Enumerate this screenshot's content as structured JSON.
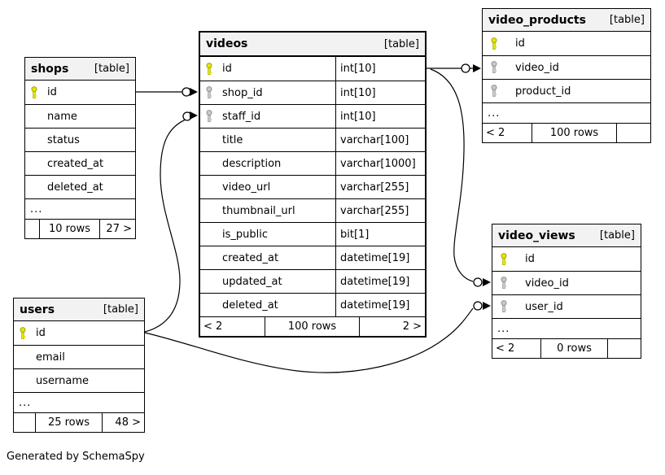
{
  "diagram": {
    "caption": "Generated by SchemaSpy"
  },
  "colors": {
    "pk_key": "#e6e600",
    "fk_key": "#c9c9c9",
    "header_bg": "#f2f2f2",
    "line": "#000000"
  },
  "tables": {
    "shops": {
      "title": "shops",
      "tag": "[table]",
      "columns": [
        {
          "name": "id",
          "key": "pk"
        },
        {
          "name": "name",
          "key": ""
        },
        {
          "name": "status",
          "key": ""
        },
        {
          "name": "created_at",
          "key": ""
        },
        {
          "name": "deleted_at",
          "key": ""
        }
      ],
      "more": "...",
      "footer": {
        "left": "",
        "center": "10 rows",
        "right": "27 >"
      }
    },
    "videos": {
      "title": "videos",
      "tag": "[table]",
      "columns": [
        {
          "name": "id",
          "type": "int[10]",
          "key": "pk"
        },
        {
          "name": "shop_id",
          "type": "int[10]",
          "key": "fk"
        },
        {
          "name": "staff_id",
          "type": "int[10]",
          "key": "fk"
        },
        {
          "name": "title",
          "type": "varchar[100]",
          "key": ""
        },
        {
          "name": "description",
          "type": "varchar[1000]",
          "key": ""
        },
        {
          "name": "video_url",
          "type": "varchar[255]",
          "key": ""
        },
        {
          "name": "thumbnail_url",
          "type": "varchar[255]",
          "key": ""
        },
        {
          "name": "is_public",
          "type": "bit[1]",
          "key": ""
        },
        {
          "name": "created_at",
          "type": "datetime[19]",
          "key": ""
        },
        {
          "name": "updated_at",
          "type": "datetime[19]",
          "key": ""
        },
        {
          "name": "deleted_at",
          "type": "datetime[19]",
          "key": ""
        }
      ],
      "footer": {
        "left": "< 2",
        "center": "100 rows",
        "right": "2 >"
      }
    },
    "video_products": {
      "title": "video_products",
      "tag": "[table]",
      "columns": [
        {
          "name": "id",
          "key": "pk"
        },
        {
          "name": "video_id",
          "key": "fk"
        },
        {
          "name": "product_id",
          "key": "fk"
        }
      ],
      "more": "...",
      "footer": {
        "left": "< 2",
        "center": "100 rows",
        "right": ""
      }
    },
    "video_views": {
      "title": "video_views",
      "tag": "[table]",
      "columns": [
        {
          "name": "id",
          "key": "pk"
        },
        {
          "name": "video_id",
          "key": "fk"
        },
        {
          "name": "user_id",
          "key": "fk"
        }
      ],
      "more": "...",
      "footer": {
        "left": "< 2",
        "center": "0 rows",
        "right": ""
      }
    },
    "users": {
      "title": "users",
      "tag": "[table]",
      "columns": [
        {
          "name": "id",
          "key": "pk"
        },
        {
          "name": "email",
          "key": ""
        },
        {
          "name": "username",
          "key": ""
        }
      ],
      "more": "...",
      "footer": {
        "left": "",
        "center": "25 rows",
        "right": "48 >"
      }
    }
  }
}
